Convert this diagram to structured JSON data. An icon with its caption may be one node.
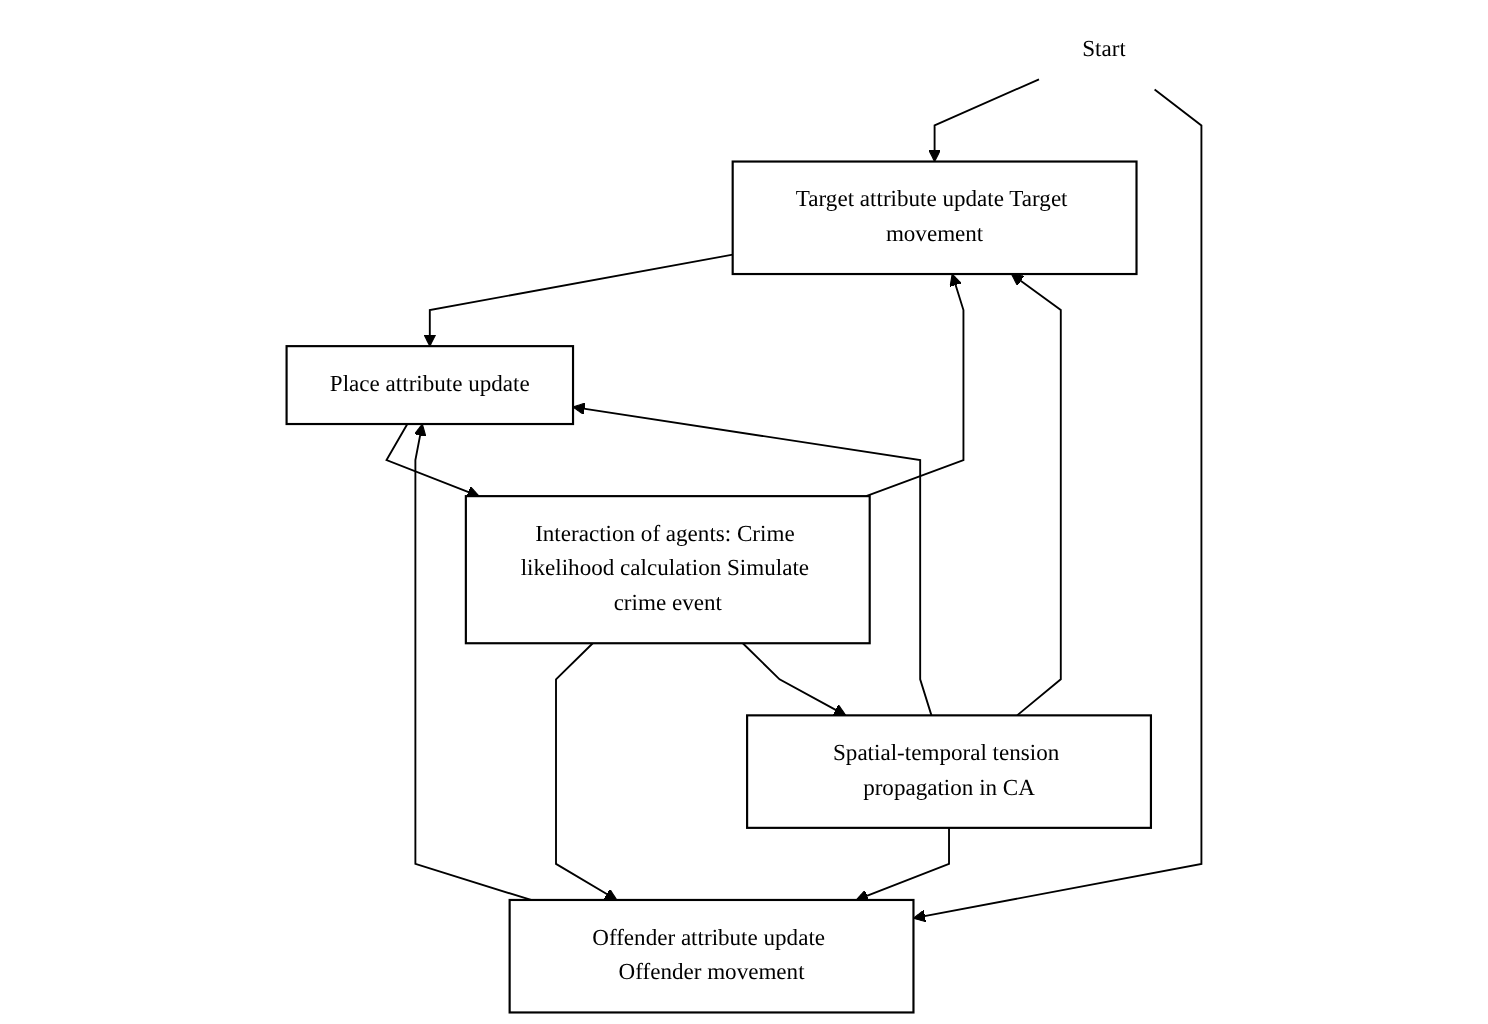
{
  "diagram": {
    "nodes": [
      {
        "text": [
          "Target attribute update Target movement"
        ]
      },
      {
        "text": [
          "Offender attribute update Offender movement"
        ]
      },
      {
        "text": [
          "Place attribute update"
        ]
      },
      {
        "text": [
          "Interaction of agents: Crime likelihood calculation Simulate crime event"
        ]
      },
      {
        "text": [
          "Spatial-temporal tension propagation in CA"
        ]
      },
      {
        "text": [
          "Start"
        ]
      }
    ],
    "edges": [
      {
        "from": 5,
        "to": 0,
        "arrow": "to"
      },
      {
        "from": 5,
        "to": 1,
        "arrow": "to"
      },
      {
        "from": 4,
        "to": 0,
        "arrow": "to"
      },
      {
        "from": 4,
        "to": 1,
        "arrow": "to"
      },
      {
        "from": 3,
        "to": 0,
        "arrow": "to"
      },
      {
        "from": 3,
        "to": 1,
        "arrow": "to"
      },
      {
        "from": 0,
        "to": 2,
        "arrow": "to"
      },
      {
        "from": 1,
        "to": 2,
        "arrow": "to"
      },
      {
        "from": 2,
        "to": 3,
        "arrow": "to"
      },
      {
        "from": 3,
        "to": 4,
        "arrow": "to"
      },
      {
        "from": 4,
        "to": 2,
        "arrow": "to"
      }
    ]
  }
}
